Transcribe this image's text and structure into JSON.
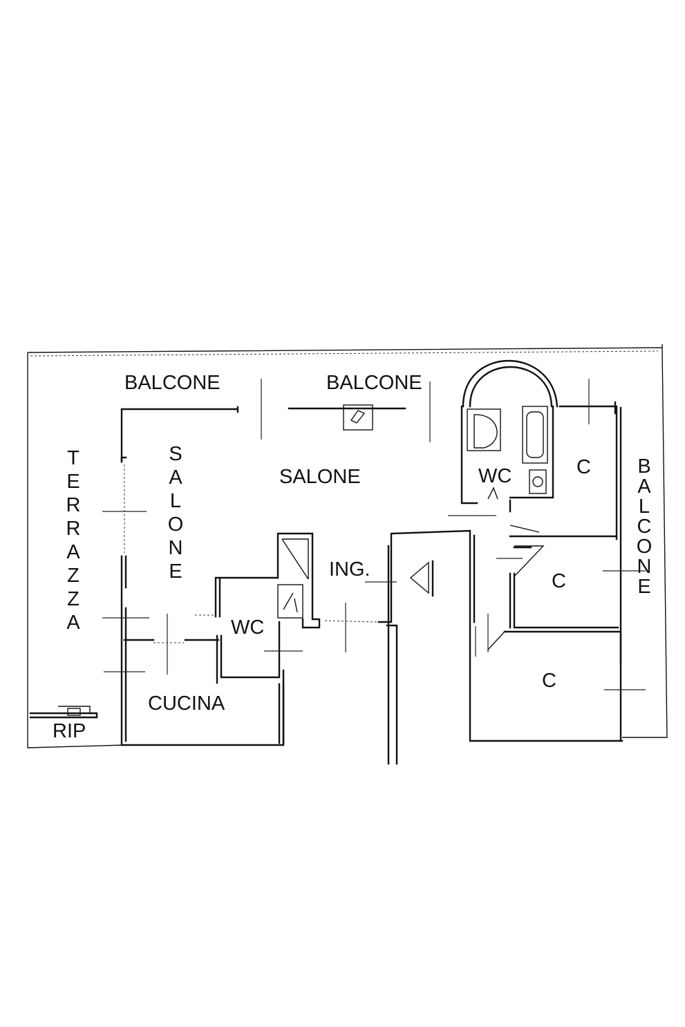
{
  "floorplan": {
    "labels": {
      "balcone_top_left": "BALCONE",
      "balcone_top_right": "BALCONE",
      "balcone_right": "BALCONE",
      "terrazza": "TERRAZZA",
      "salone_vertical": "SALONE",
      "salone": "SALONE",
      "wc_top": "WC",
      "wc_bottom": "WC",
      "ingresso": "ING.",
      "camera_1": "C",
      "camera_2": "C",
      "camera_3": "C",
      "cucina": "CUCINA",
      "ripostiglio": "RIP"
    },
    "colors": {
      "ink": "#111111",
      "paper": "#ffffff"
    }
  }
}
